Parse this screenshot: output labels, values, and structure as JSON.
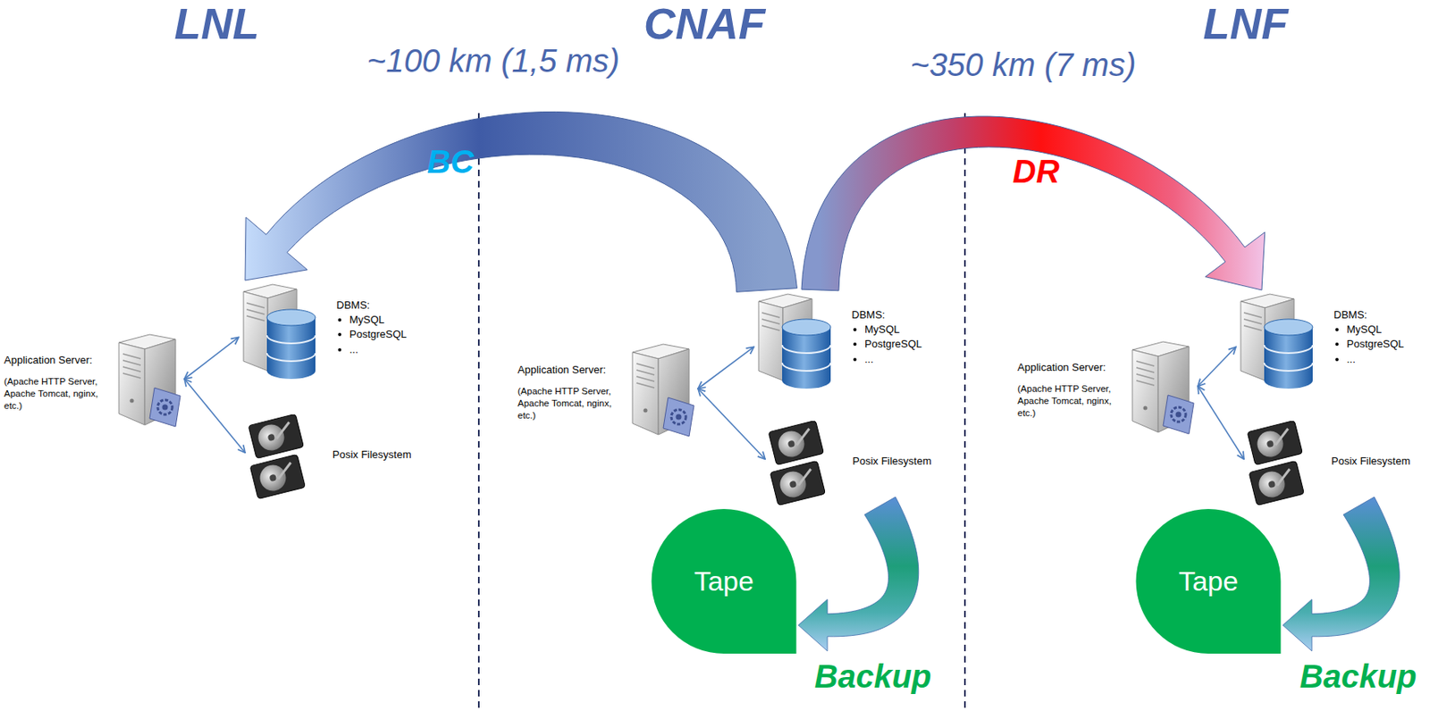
{
  "diagram": {
    "nodes": [
      {
        "text": [
          "LNL"
        ]
      },
      {
        "text": [
          "Application Server:",
          "(Apache HTTP Server, Apache Tomcat, nginx, etc.)"
        ],
        "in": 0
      },
      {
        "text": [
          "DBMS:",
          "MySQL",
          "PostgreSQL",
          "..."
        ],
        "in": 0
      },
      {
        "text": [
          "Posix Filesystem"
        ],
        "in": 0
      },
      {
        "text": [
          "CNAF"
        ]
      },
      {
        "text": [
          "Application Server:",
          "(Apache HTTP Server, Apache Tomcat, nginx, etc.)"
        ],
        "in": 4
      },
      {
        "text": [
          "DBMS:",
          "MySQL",
          "PostgreSQL",
          "..."
        ],
        "in": 4
      },
      {
        "text": [
          "Posix Filesystem"
        ],
        "in": 4
      },
      {
        "text": [
          "Tape"
        ],
        "in": 4
      },
      {
        "text": [
          "LNF"
        ]
      },
      {
        "text": [
          "Application Server:",
          "(Apache HTTP Server, Apache Tomcat, nginx, etc.)"
        ],
        "in": 9
      },
      {
        "text": [
          "DBMS:",
          "MySQL",
          "PostgreSQL",
          "..."
        ],
        "in": 9
      },
      {
        "text": [
          "Posix Filesystem"
        ],
        "in": 9
      },
      {
        "text": [
          "Tape"
        ],
        "in": 9
      }
    ],
    "edges": [
      {
        "from": 1,
        "to": 2,
        "arrow": "both"
      },
      {
        "from": 1,
        "to": 3,
        "arrow": "both"
      },
      {
        "from": 5,
        "to": 6,
        "arrow": "both"
      },
      {
        "from": 5,
        "to": 7,
        "arrow": "both"
      },
      {
        "from": 7,
        "to": 8,
        "label": "Backup",
        "arrow": "to"
      },
      {
        "from": 10,
        "to": 11,
        "arrow": "both"
      },
      {
        "from": 10,
        "to": 12,
        "arrow": "both"
      },
      {
        "from": 12,
        "to": 13,
        "label": "Backup",
        "arrow": "to"
      },
      {
        "from": 6,
        "to": 2,
        "label": "BC",
        "arrow": "to"
      },
      {
        "from": 6,
        "to": 11,
        "label": "DR",
        "arrow": "to"
      }
    ],
    "labels": [
      "~100 km (1,5 ms)",
      "~350 km (7 ms)"
    ]
  }
}
